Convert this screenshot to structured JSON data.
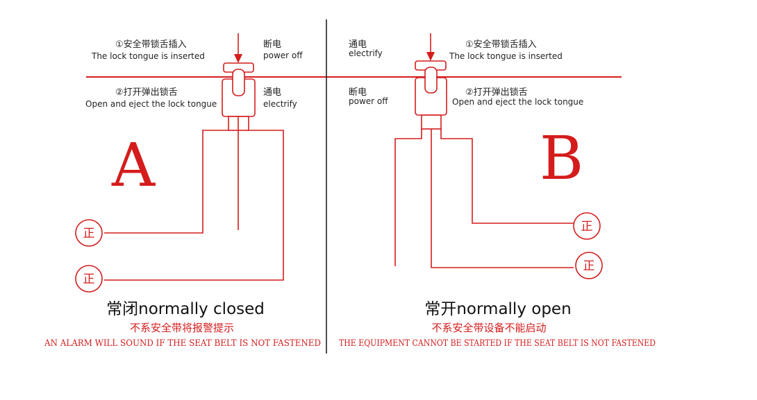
{
  "colors": {
    "accent": "#d41c1c",
    "line": "#222222",
    "text": "#111111"
  },
  "panel_a": {
    "step1_zh": "①安全带锁舌插入",
    "step1_en": "The lock tongue is inserted",
    "state1_zh": "断电",
    "state1_en": "power off",
    "step2_zh": "②打开弹出锁舌",
    "step2_en": "Open and eject the lock tongue",
    "state2_zh": "通电",
    "state2_en": "electrify",
    "letter": "A",
    "terminal_1": "正",
    "terminal_2": "正",
    "title": "常闭normally closed",
    "note_zh": "不系安全带将报警提示",
    "note_en": "AN ALARM WILL SOUND IF THE SEAT BELT IS NOT FASTENED"
  },
  "panel_b": {
    "state1_zh": "通电",
    "state1_en": "electrify",
    "step1_zh": "①安全带锁舌插入",
    "step1_en": "The lock tongue is inserted",
    "state2_zh": "断电",
    "state2_en": "power off",
    "step2_zh": "②打开弹出锁舌",
    "step2_en": "Open and eject the lock tongue",
    "letter": "B",
    "terminal_1": "正",
    "terminal_2": "正",
    "title": "常开normally open",
    "note_zh": "不系安全带设备不能启动",
    "note_en": "THE EQUIPMENT CANNOT BE STARTED IF THE SEAT BELT IS NOT FASTENED"
  }
}
